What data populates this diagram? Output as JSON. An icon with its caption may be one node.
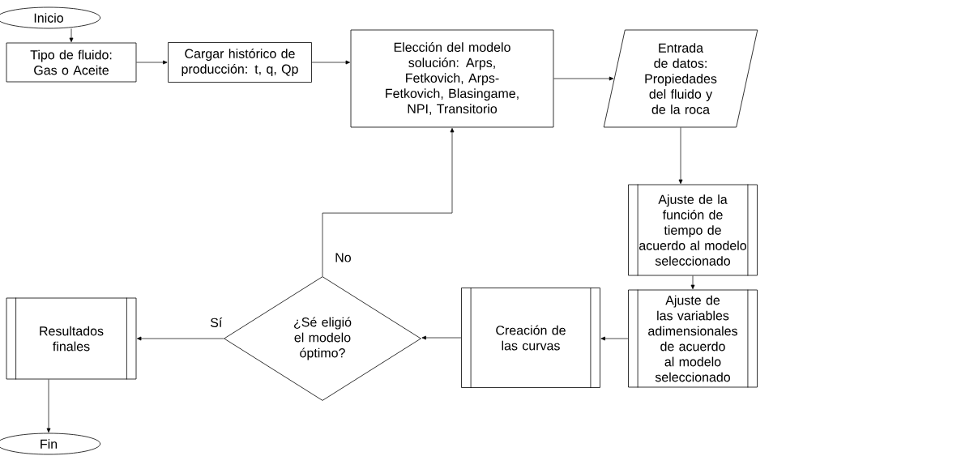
{
  "diagram": {
    "nodes": [
      {
        "text": [
          "Inicio"
        ]
      },
      {
        "text": [
          "Tipo de fluido: Gas o Aceite"
        ]
      },
      {
        "text": [
          "Cargar histórico de producción: t, q, Qp"
        ]
      },
      {
        "text": [
          "Elección del modelo solución: Arps, Fetkovich, Arps-Fetkovich, Blasingame, NPI, Transitorio"
        ]
      },
      {
        "text": [
          "Entrada de datos: Propiedades del fluido y de la roca"
        ]
      },
      {
        "text": [
          "Ajuste de la función de tiempo de acuerdo al modelo seleccionado"
        ]
      },
      {
        "text": [
          "Ajuste de las variables adimensionales de acuerdo al modelo seleccionado"
        ]
      },
      {
        "text": [
          "Creación de las curvas"
        ]
      },
      {
        "text": [
          "¿Sé eligió el modelo óptimo?"
        ]
      },
      {
        "text": [
          "Resultados finales"
        ]
      },
      {
        "text": [
          "Fin"
        ]
      }
    ],
    "edges": [
      {
        "from": 0,
        "to": 1,
        "arrow": "to"
      },
      {
        "from": 1,
        "to": 2,
        "arrow": "to"
      },
      {
        "from": 2,
        "to": 3,
        "arrow": "to"
      },
      {
        "from": 3,
        "to": 4,
        "arrow": "to"
      },
      {
        "from": 4,
        "to": 5,
        "arrow": "to"
      },
      {
        "from": 5,
        "to": 6,
        "arrow": "to"
      },
      {
        "from": 6,
        "to": 7,
        "arrow": "to"
      },
      {
        "from": 7,
        "to": 8,
        "arrow": "to"
      },
      {
        "from": 8,
        "to": 9,
        "arrow": "to",
        "label": "Sí"
      },
      {
        "from": 8,
        "to": 3,
        "arrow": "to",
        "label": "No"
      },
      {
        "from": 9,
        "to": 10,
        "arrow": "to"
      }
    ]
  }
}
